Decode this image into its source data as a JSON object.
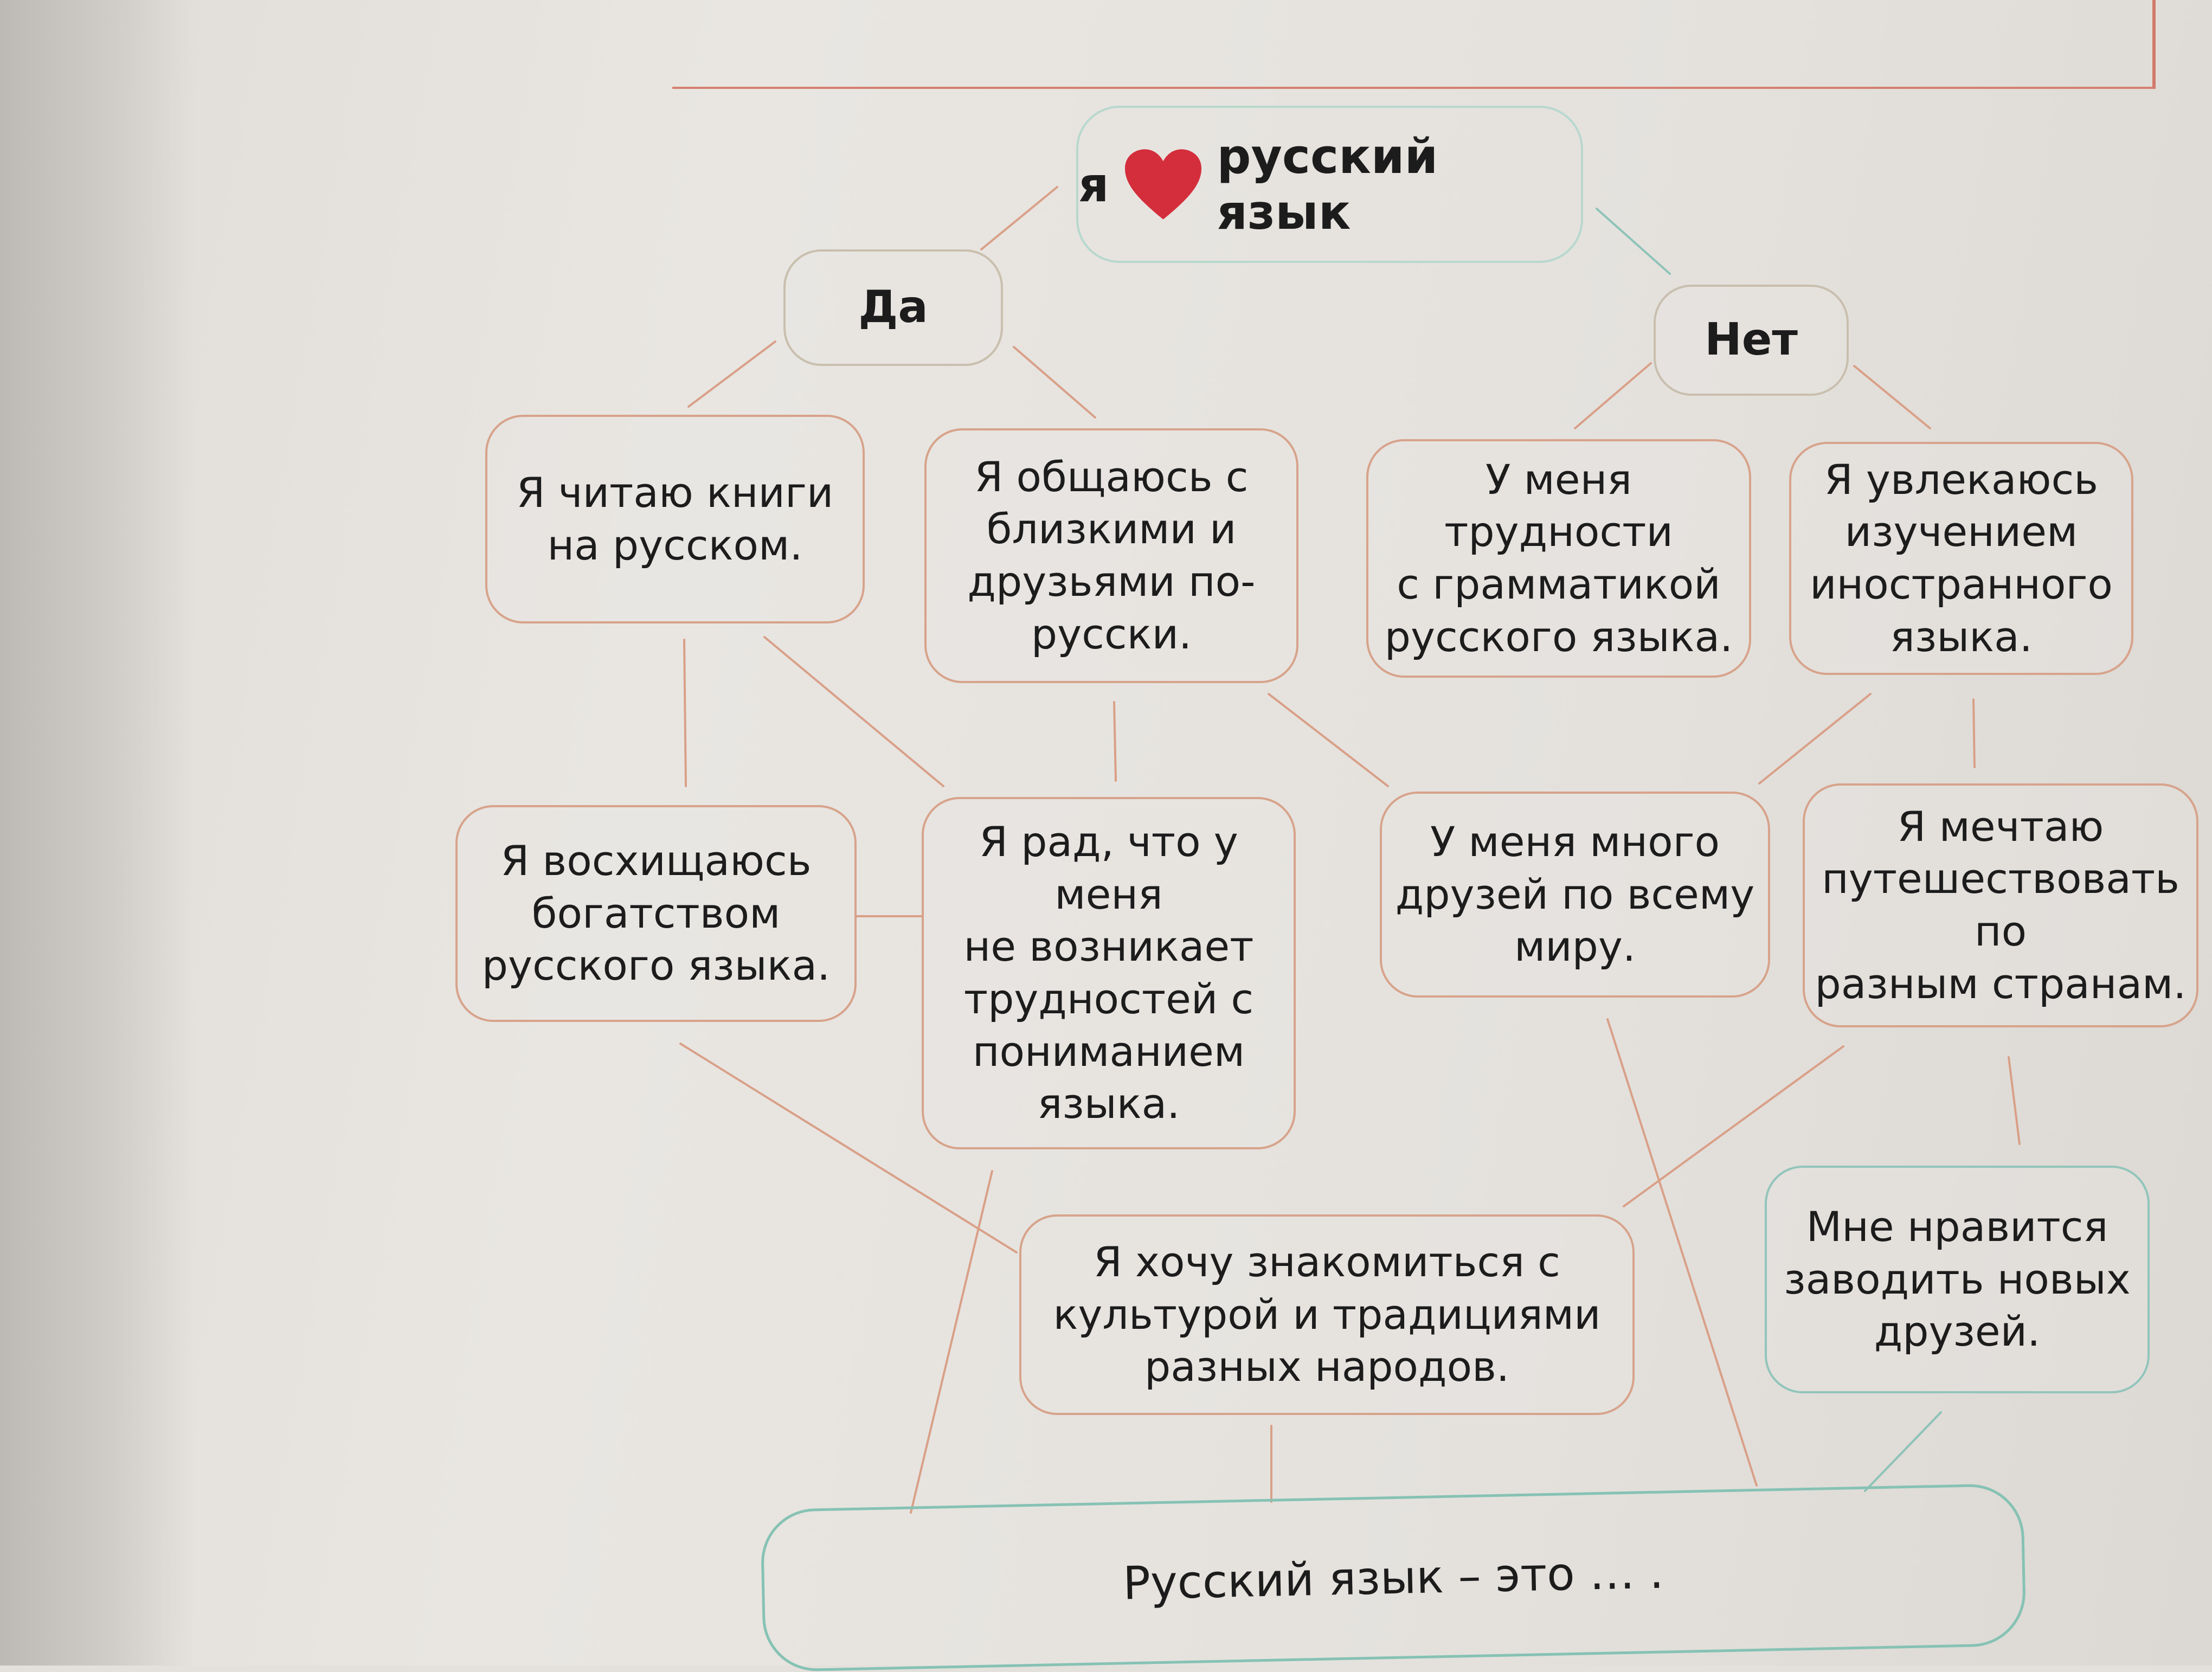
{
  "title": {
    "prefix": "я",
    "heart_icon": "heart-icon",
    "heart_color": "#d42e3c",
    "suffix": "русский язык"
  },
  "branches": {
    "yes": "Да",
    "no": "Нет"
  },
  "yes_items": [
    "Я читаю книги\nна русском.",
    "Я общаюсь с\nблизкими и\nдрузьями по-\nрусски."
  ],
  "no_items": [
    "У меня трудности\nс грамматикой\nрусского языка.",
    "Я увлекаюсь\nизучением\nиностранного\nязыка."
  ],
  "middle_items": [
    "Я восхищаюсь\nбогатством\nрусского языка.",
    "Я рад, что у меня\nне возникает\nтрудностей с\nпониманием\nязыка.",
    "У меня много\nдрузей по всему\nмиру.",
    "Я мечтаю\nпутешествовать по\nразным странам."
  ],
  "lower_items": [
    "Я хочу знакомиться с\nкультурой и традициями\nразных народов.",
    "Мне нравится\nзаводить новых\nдрузей."
  ],
  "conclusion": "Русский язык – это … .",
  "colors": {
    "box_border": "#d7a38b",
    "line": "#d9a088",
    "teal_line": "#8ec3b8",
    "accent_frame": "#d27a6a"
  }
}
